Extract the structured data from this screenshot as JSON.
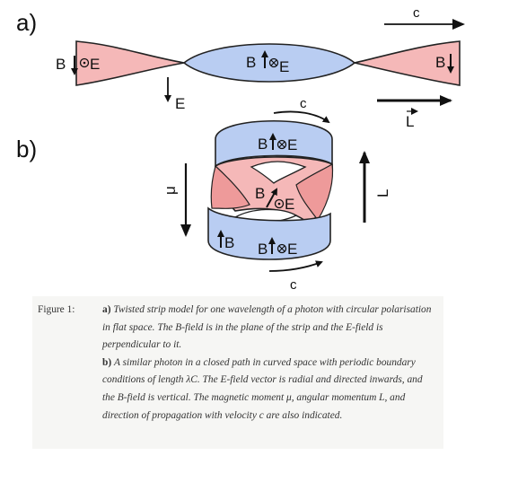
{
  "labels": {
    "panel_a": "a)",
    "panel_b": "b)",
    "B": "B",
    "E": "E",
    "c": "c",
    "L": "L",
    "mu": "μ"
  },
  "caption": {
    "figure_label": "Figure 1:",
    "a_tag": "a)",
    "a_text": "Twisted strip model for one wavelength of a photon with circular polarisation in flat space. The B-field is in the plane of the strip and the E-field is perpendicular to it.",
    "b_tag": "b)",
    "b_text": "A similar photon in a closed path in curved space with periodic boundary conditions of length λC. The E-field vector is radial and directed inwards, and the B-field is vertical. The magnetic moment μ, angular momentum L, and direction of propagation with velocity c are also indicated."
  },
  "colors": {
    "pink": "#f5b8b8",
    "pink_dark": "#ee9a9a",
    "blue": "#b9cdf2",
    "outline": "#222222"
  }
}
